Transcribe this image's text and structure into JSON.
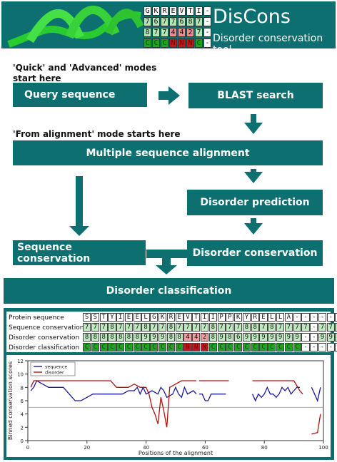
{
  "header": {
    "title": "DisCons",
    "subtitle": "Disorder conservation tool",
    "logo_grid": [
      [
        "G",
        "K",
        "R",
        "E",
        "V",
        "T",
        "I",
        "-"
      ],
      [
        "7",
        "6",
        "7",
        "7",
        "6",
        "8",
        "7",
        "-"
      ],
      [
        "8",
        "7",
        "7",
        "4",
        "4",
        "2",
        "7",
        "-"
      ],
      [
        "C",
        "C",
        "C",
        "N",
        "N",
        "N",
        "C",
        "-"
      ]
    ]
  },
  "flow": {
    "note_quick": "'Quick' and 'Advanced' modes\nstart here",
    "note_alignment": "'From alignment' mode starts here",
    "query": "Query sequence",
    "blast": "BLAST search",
    "msa": "Multiple sequence alignment",
    "disorder_prediction": "Disorder prediction",
    "seq_conservation": "Sequence conservation",
    "disorder_conservation": "Disorder conservation",
    "classification": "Disorder classification"
  },
  "results_table": {
    "rows": [
      {
        "label": "Protein sequence",
        "cells": [
          "S",
          "S",
          "T",
          "Y",
          "I",
          "E",
          "E",
          "L",
          "G",
          "K",
          "R",
          "E",
          "V",
          "T",
          "I",
          "I",
          "P",
          "P",
          "K",
          "Y",
          "R",
          "E",
          "L",
          "L",
          "A",
          "-",
          "-",
          "-",
          "-",
          "-",
          "-"
        ]
      },
      {
        "label": "Sequence conservation",
        "cells": [
          "7",
          "7",
          "7",
          "8",
          "7",
          "7",
          "7",
          "8",
          "7",
          "7",
          "8",
          "7",
          "7",
          "7",
          "7",
          "8",
          "7",
          "7",
          "7",
          "8",
          "8",
          "7",
          "8",
          "7",
          "7",
          "7",
          "7",
          "-",
          "7",
          "7",
          "6",
          "6"
        ]
      },
      {
        "label": "Disorder conservation",
        "cells": [
          "8",
          "8",
          "8",
          "8",
          "8",
          "8",
          "8",
          "9",
          "9",
          "9",
          "8",
          "8",
          "4",
          "4",
          "2",
          "8",
          "9",
          "8",
          "6",
          "9",
          "9",
          "9",
          "9",
          "9",
          "9",
          "9",
          "-",
          "-",
          "9",
          "9",
          "9",
          "9"
        ]
      },
      {
        "label": "Disorder classification",
        "cells": [
          "C",
          "C",
          "C",
          "C",
          "C",
          "C",
          "C",
          "C",
          "C",
          "C",
          "C",
          "C",
          "N",
          "N",
          "N",
          "C",
          "C",
          "C",
          "C",
          "C",
          "C",
          "C",
          "C",
          "C",
          "C",
          "C",
          "-",
          "-",
          "-",
          "-",
          "-",
          "-"
        ]
      }
    ]
  },
  "chart_data": {
    "type": "line",
    "title": "",
    "xlabel": "Positions of the alignment",
    "ylabel": "Binned conservation scores",
    "xlim": [
      0,
      100
    ],
    "ylim": [
      0,
      12
    ],
    "xticks": [
      0,
      20,
      40,
      60,
      80,
      100
    ],
    "yticks": [
      0,
      2,
      4,
      6,
      8,
      10,
      12
    ],
    "reference_line": 5,
    "legend_position": "top-left",
    "series": [
      {
        "name": "sequence",
        "color": "#1a1a9c",
        "segments": [
          [
            [
              1,
              7.5
            ],
            [
              2,
              8
            ],
            [
              3,
              9
            ],
            [
              5,
              8.5
            ],
            [
              7,
              8
            ],
            [
              9,
              8
            ],
            [
              12,
              8
            ],
            [
              14,
              7
            ],
            [
              16,
              6
            ],
            [
              18,
              6
            ],
            [
              20,
              6.5
            ],
            [
              22,
              7
            ],
            [
              26,
              7
            ],
            [
              30,
              7
            ],
            [
              32,
              7
            ],
            [
              34,
              7.5
            ],
            [
              36,
              7.5
            ],
            [
              37,
              8
            ],
            [
              38,
              7
            ],
            [
              39,
              8
            ],
            [
              40,
              7
            ],
            [
              42,
              7.5
            ],
            [
              44,
              7
            ],
            [
              45,
              8
            ],
            [
              46,
              7.5
            ],
            [
              47,
              6.5
            ],
            [
              49,
              7
            ],
            [
              50,
              8
            ],
            [
              51,
              7
            ],
            [
              52,
              6.5
            ],
            [
              53,
              8
            ],
            [
              54,
              7
            ],
            [
              56,
              7.5
            ],
            [
              57,
              7
            ]
          ],
          [
            [
              58,
              7
            ],
            [
              59,
              7
            ],
            [
              60,
              6
            ],
            [
              61,
              6
            ],
            [
              62,
              7
            ],
            [
              64,
              7
            ],
            [
              67,
              7
            ]
          ],
          [
            [
              76,
              7
            ],
            [
              77,
              6
            ],
            [
              78,
              7
            ],
            [
              79,
              6.5
            ],
            [
              80,
              7
            ],
            [
              81,
              8
            ],
            [
              82,
              7
            ],
            [
              83,
              7
            ],
            [
              84,
              6.5
            ],
            [
              85,
              7
            ],
            [
              86,
              8
            ],
            [
              87,
              7.5
            ],
            [
              88,
              8
            ],
            [
              89,
              7
            ],
            [
              90,
              7.5
            ],
            [
              91,
              8
            ],
            [
              92,
              8
            ]
          ],
          [
            [
              96,
              8
            ],
            [
              97,
              7
            ],
            [
              98,
              6
            ],
            [
              99,
              8
            ]
          ]
        ]
      },
      {
        "name": "disorder",
        "color": "#b01010",
        "segments": [
          [
            [
              1,
              8
            ],
            [
              2,
              9
            ],
            [
              3,
              9
            ],
            [
              6,
              9
            ],
            [
              10,
              9
            ],
            [
              15,
              9
            ],
            [
              20,
              9
            ],
            [
              25,
              9
            ],
            [
              28,
              9
            ],
            [
              30,
              8
            ],
            [
              34,
              8
            ],
            [
              36,
              8.5
            ],
            [
              38,
              8
            ],
            [
              40,
              8
            ],
            [
              41,
              7
            ],
            [
              42,
              5
            ],
            [
              43,
              4
            ],
            [
              44,
              2.5
            ],
            [
              45,
              6.5
            ],
            [
              46,
              4.5
            ],
            [
              47,
              2
            ],
            [
              48,
              8
            ],
            [
              50,
              8.5
            ],
            [
              52,
              9
            ],
            [
              54,
              9
            ],
            [
              57,
              9
            ]
          ],
          [
            [
              58,
              9
            ],
            [
              62,
              9
            ],
            [
              66,
              9
            ],
            [
              68,
              9
            ]
          ],
          [
            [
              76,
              9
            ],
            [
              80,
              9
            ],
            [
              84,
              9
            ],
            [
              86,
              9
            ],
            [
              88,
              9
            ],
            [
              90,
              9
            ],
            [
              92,
              7.5
            ],
            [
              93,
              7
            ]
          ],
          [
            [
              96,
              1
            ],
            [
              98,
              1.2
            ],
            [
              99,
              4
            ]
          ]
        ]
      }
    ]
  }
}
